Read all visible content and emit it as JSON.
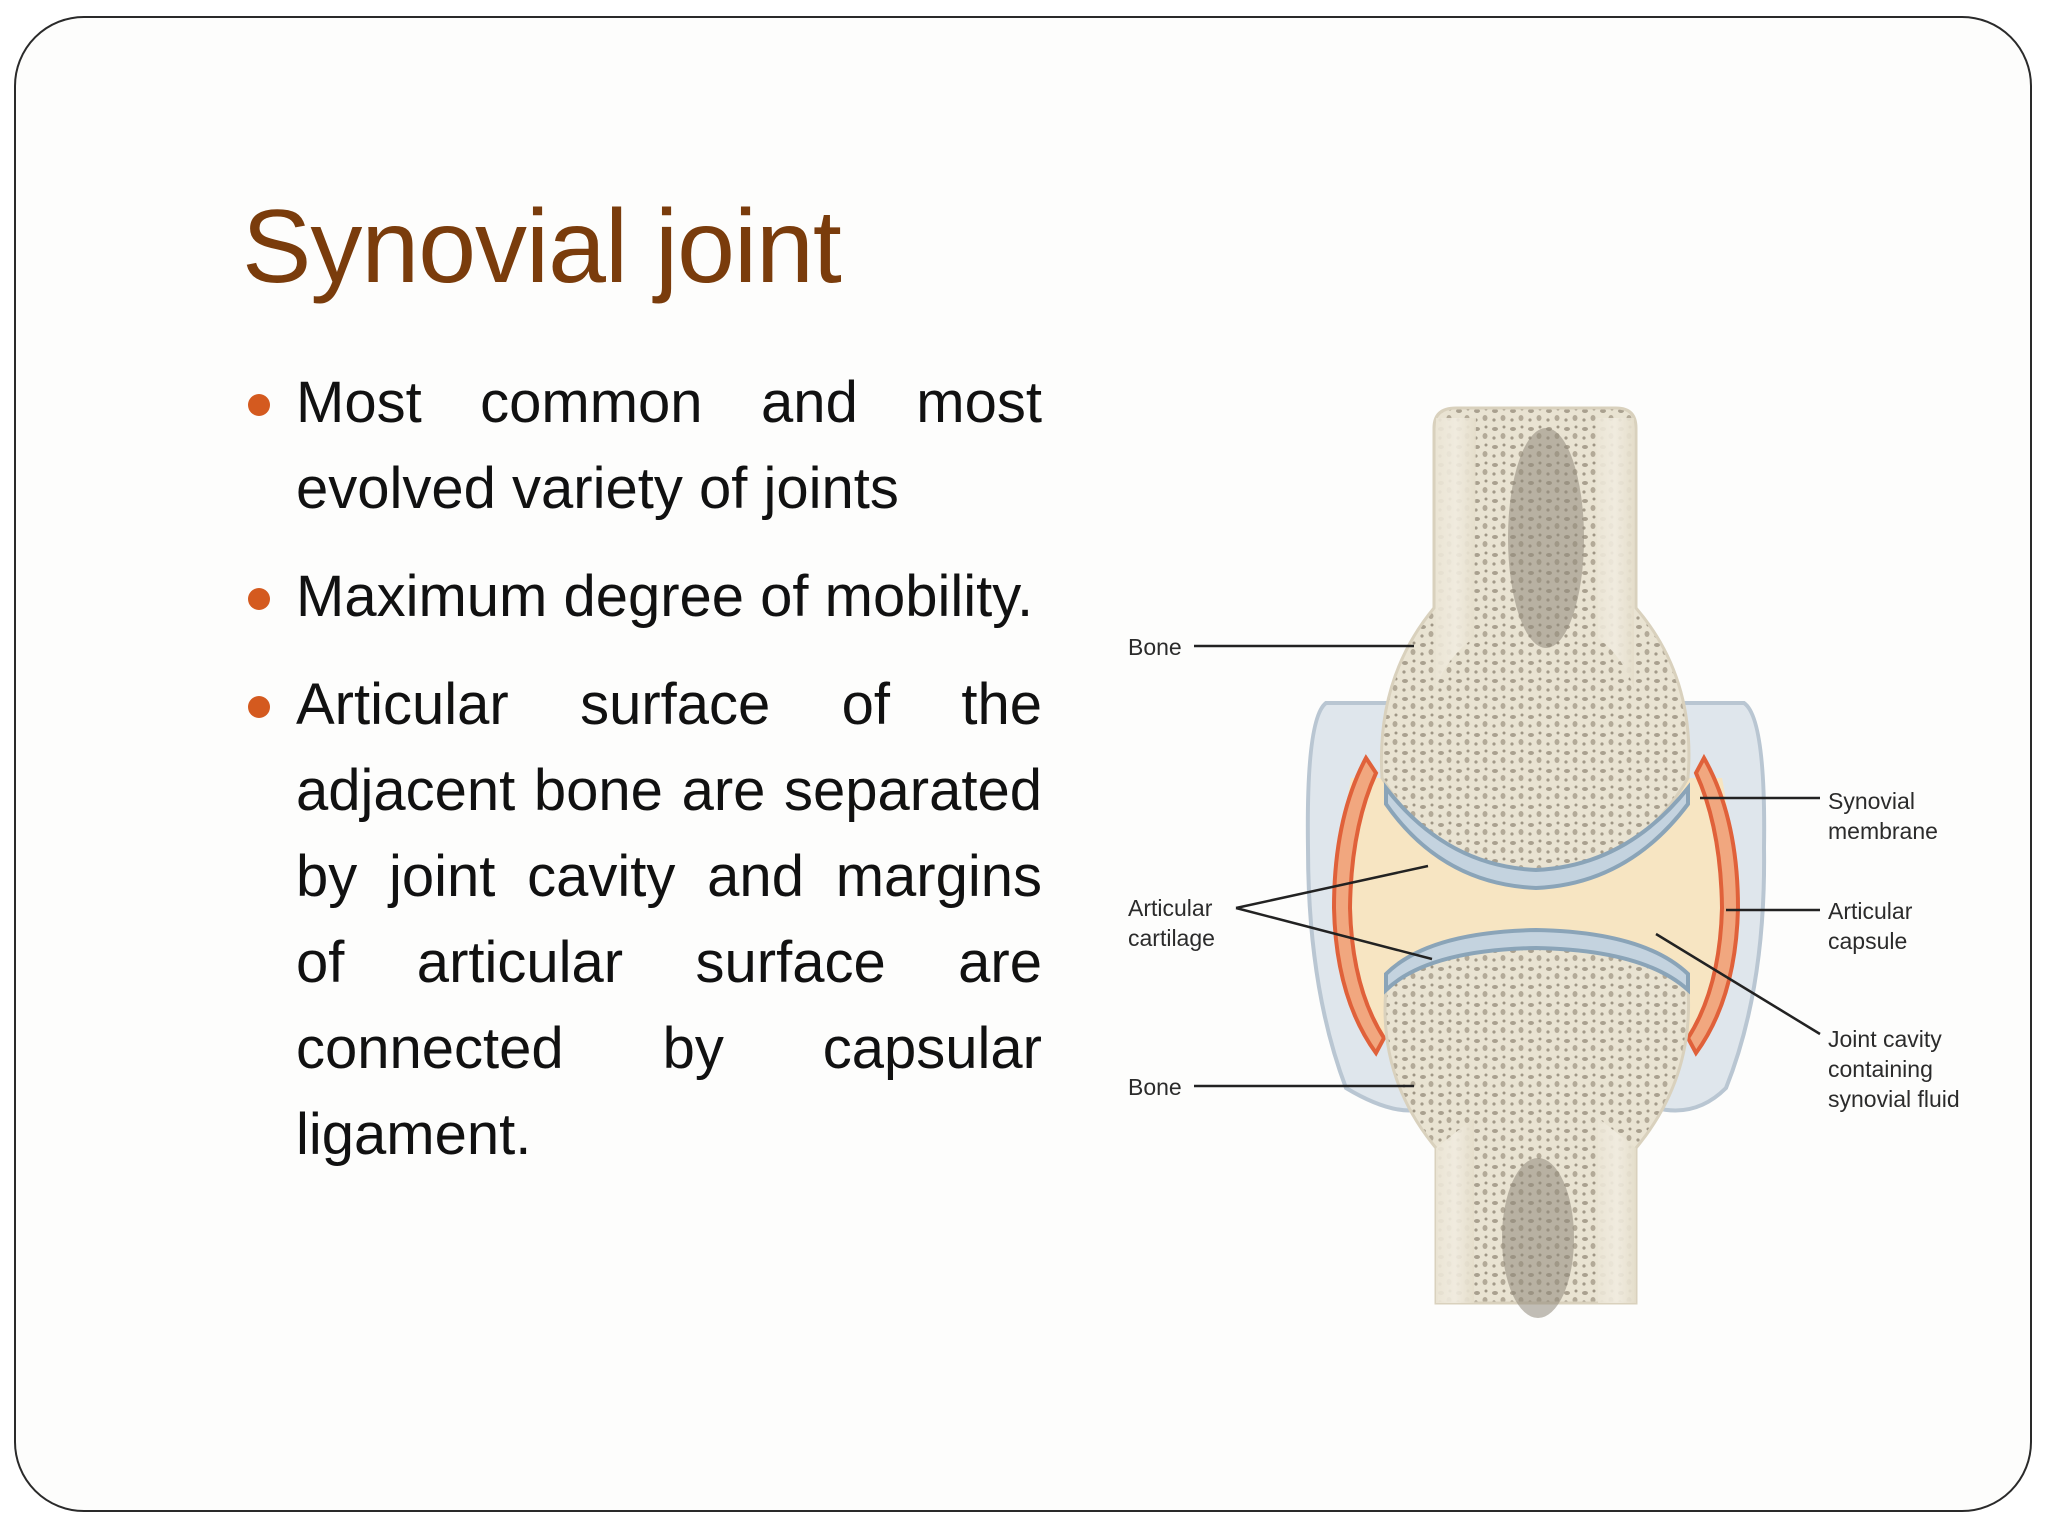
{
  "title": "Synovial joint",
  "bullets": [
    {
      "text": "Most common and most evolved variety of joints"
    },
    {
      "text": "Maximum degree of mobility."
    },
    {
      "text": "Articular surface of the adjacent bone are separated by joint cavity and margins of articular surface are connected by capsular ligament."
    }
  ],
  "diagram": {
    "labels": {
      "bone_top": "Bone",
      "bone_bottom": "Bone",
      "cartilage_1": "Articular",
      "cartilage_2": "cartilage",
      "synovial_1": "Synovial",
      "synovial_2": "membrane",
      "capsule_1": "Articular",
      "capsule_2": "capsule",
      "cavity_1": "Joint cavity",
      "cavity_2": "containing",
      "cavity_3": "synovial fluid"
    }
  },
  "colors": {
    "title": "#7a3c0c",
    "bullet_dot": "#d45a1f",
    "bone": "#ece6d6",
    "cartilage": "#9fb7c9",
    "synovial_membrane": "#e0613a",
    "joint_fluid": "#f7e5c2"
  }
}
